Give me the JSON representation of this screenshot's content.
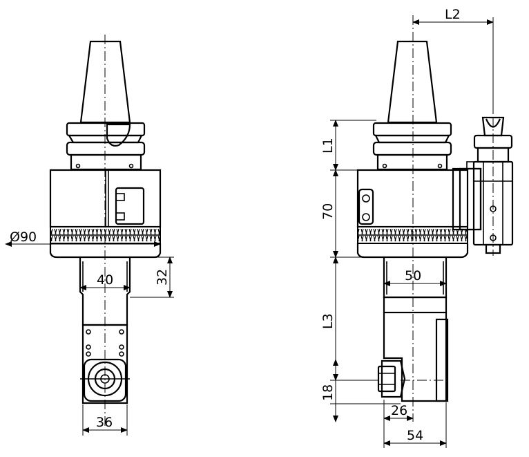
{
  "dimensions": {
    "front": {
      "diameter": "Ø90",
      "width_shank": "40",
      "height_shank": "32",
      "width_head": "36"
    },
    "side": {
      "l1": "L1",
      "l2": "L2",
      "l3": "L3",
      "h70": "70",
      "w50": "50",
      "h18": "18",
      "w26": "26",
      "w54": "54"
    }
  }
}
